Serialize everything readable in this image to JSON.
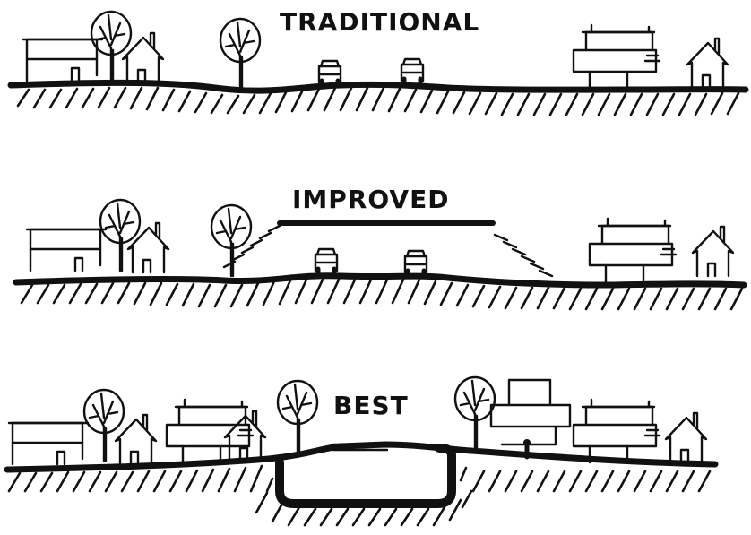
{
  "panels": [
    {
      "id": "traditional",
      "label": "TRADITIONAL"
    },
    {
      "id": "improved",
      "label": "IMPROVED"
    },
    {
      "id": "best",
      "label": "BEST"
    }
  ],
  "colors": {
    "ink": "#111111",
    "paper": "#ffffff"
  }
}
